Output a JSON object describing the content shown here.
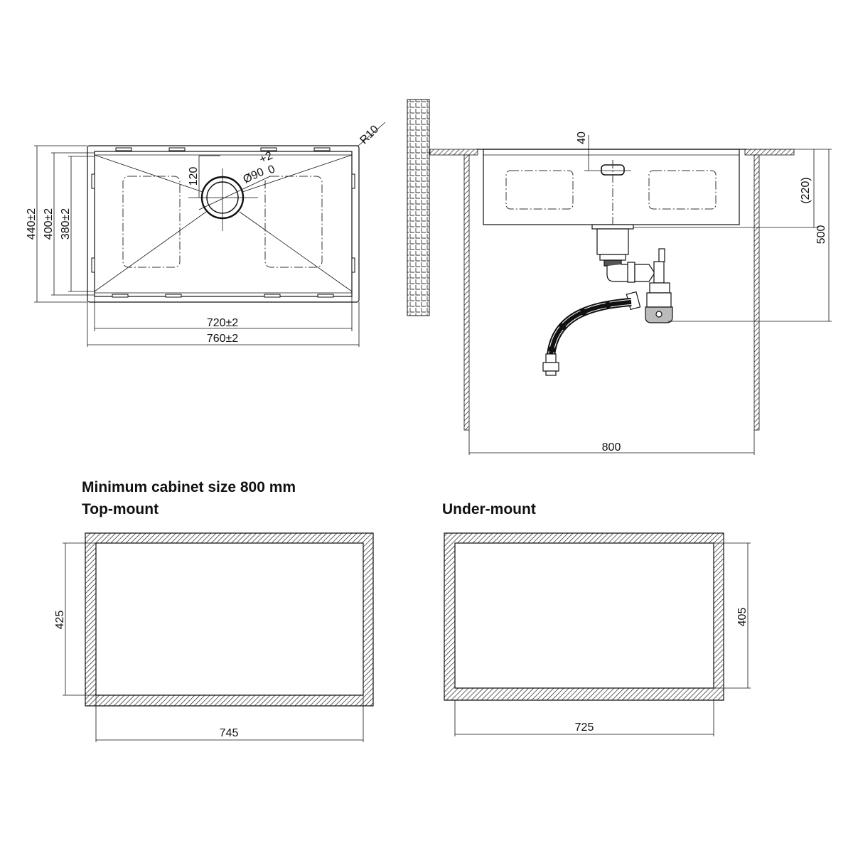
{
  "top_view": {
    "dim_height_outer": "440±2",
    "dim_height_mid": "400±2",
    "dim_height_inner": "380±2",
    "dim_width_inner": "720±2",
    "dim_width_outer": "760±2",
    "dim_radius": "R10",
    "dim_drain_offset": "120",
    "dim_drain_diameter": "Ø90",
    "dim_drain_tol_plus": "+2",
    "dim_drain_tol_minus": "0"
  },
  "side_view": {
    "dim_overflow": "40",
    "dim_depth": "(220)",
    "dim_total_depth": "500",
    "dim_cabinet_width": "800"
  },
  "cutout": {
    "title": "Minimum cabinet size 800 mm",
    "top_mount": {
      "label": "Top-mount",
      "height": "425",
      "width": "745"
    },
    "under_mount": {
      "label": "Under-mount",
      "height": "405",
      "width": "725"
    }
  },
  "colors": {
    "line": "#111111",
    "background": "#ffffff"
  }
}
